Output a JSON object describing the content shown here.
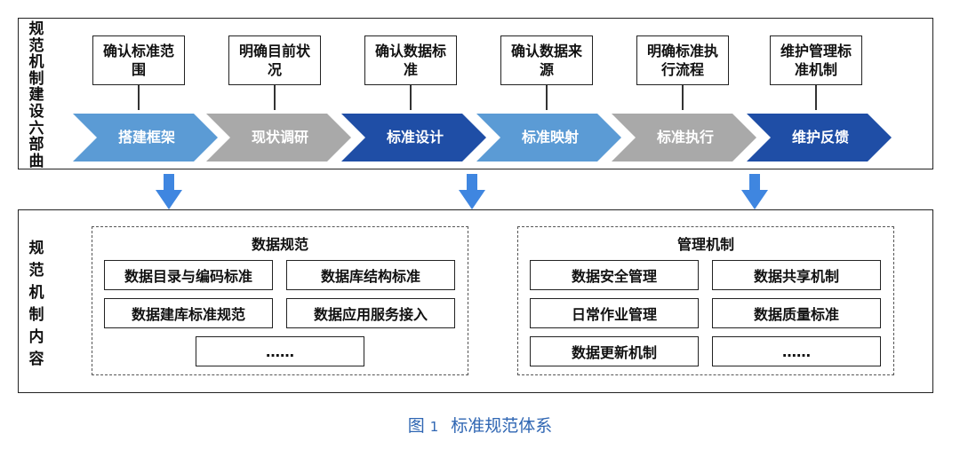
{
  "top_section": {
    "label": "规范机制建设六部曲",
    "steps": [
      {
        "box": "确认标准范围",
        "chevron": "搭建框架",
        "color": "#5b9bd5"
      },
      {
        "box": "明确目前状况",
        "chevron": "现状调研",
        "color": "#a9a9a9"
      },
      {
        "box": "确认数据标准",
        "chevron": "标准设计",
        "color": "#1f4ea6"
      },
      {
        "box": "确认数据来源",
        "chevron": "标准映射",
        "color": "#5b9bd5"
      },
      {
        "box": "明确标准执行流程",
        "chevron": "标准执行",
        "color": "#a9a9a9"
      },
      {
        "box": "维护管理标准机制",
        "chevron": "维护反馈",
        "color": "#1f4ea6"
      }
    ]
  },
  "bottom_section": {
    "label": "规范机制内容",
    "data_spec": {
      "title": "数据规范",
      "items": [
        "数据目录与编码标准",
        "数据库结构标准",
        "数据建库标准规范",
        "数据应用服务接入",
        "……"
      ]
    },
    "mgmt": {
      "title": "管理机制",
      "items": [
        "数据安全管理",
        "数据共享机制",
        "日常作业管理",
        "数据质量标准",
        "数据更新机制",
        "……"
      ]
    }
  },
  "colors": {
    "arrow": "#3f86e0",
    "caption": "#2f66b3"
  },
  "caption": {
    "fig": "图",
    "num": "1",
    "title": "标准规范体系"
  }
}
